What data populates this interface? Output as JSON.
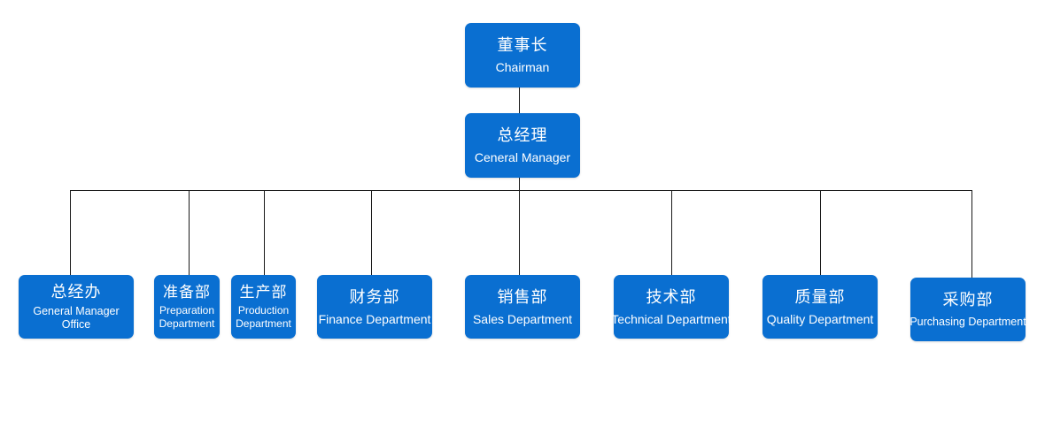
{
  "colors": {
    "node_fill": "#0a6fd1",
    "node_text": "#ffffff",
    "connector": "#1a1a1a"
  },
  "nodes": {
    "chairman": {
      "zh": "董事长",
      "en": "Chairman"
    },
    "general_manager": {
      "zh": "总经理",
      "en": "Ceneral Manager"
    },
    "departments": [
      {
        "zh": "总经办",
        "en": "General Manager Office"
      },
      {
        "zh": "准备部",
        "en": "Preparation Department"
      },
      {
        "zh": "生产部",
        "en": "Production Department"
      },
      {
        "zh": "财务部",
        "en": "Finance Department"
      },
      {
        "zh": "销售部",
        "en": "Sales Department"
      },
      {
        "zh": "技术部",
        "en": "Technical Department"
      },
      {
        "zh": "质量部",
        "en": "Quality Department"
      },
      {
        "zh": "采购部",
        "en": "Purchasing Department"
      }
    ]
  }
}
